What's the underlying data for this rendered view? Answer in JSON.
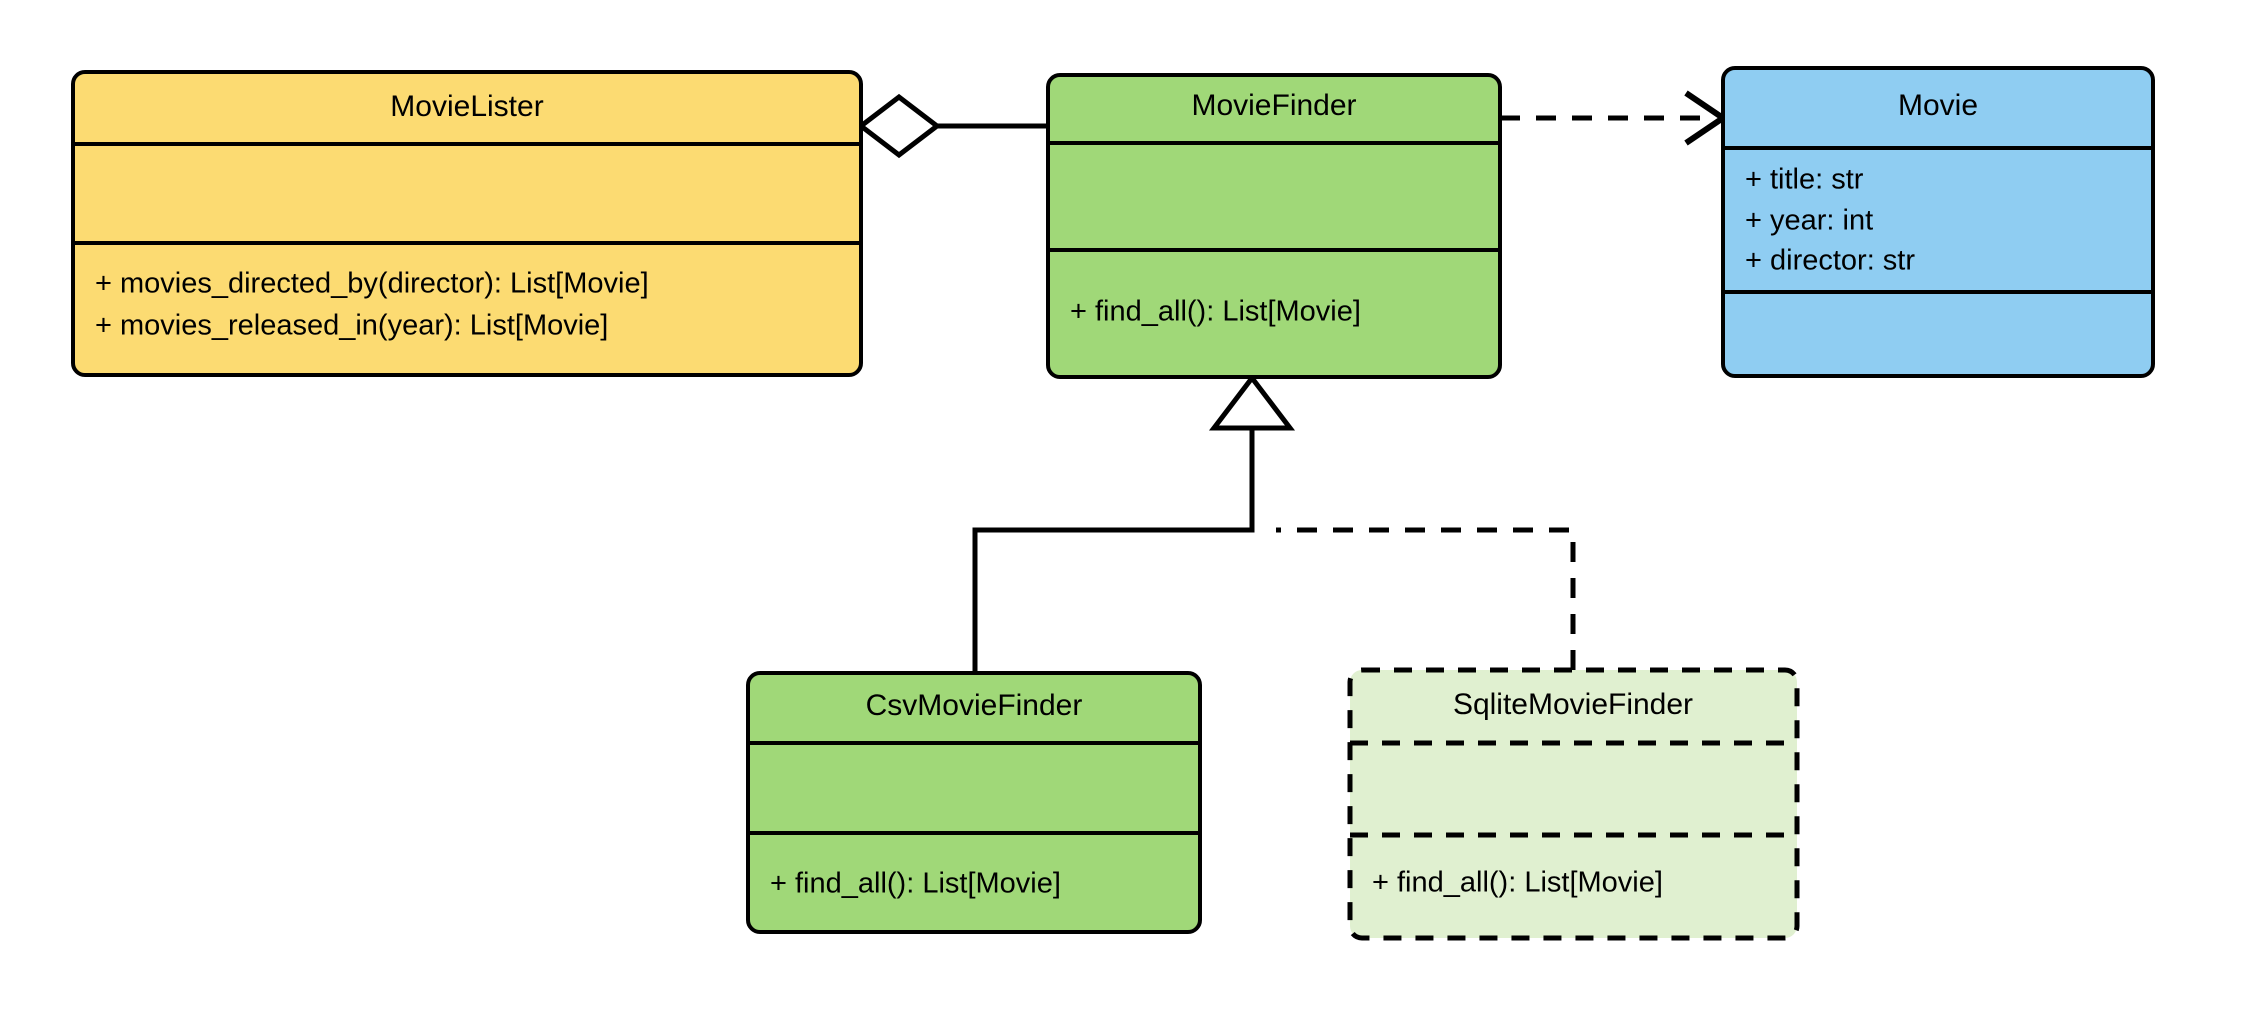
{
  "diagram": {
    "kind": "uml-class-diagram",
    "background_color": "#ffffff",
    "palette": {
      "lister_fill": "#fcdb72",
      "finder_fill": "#a0d878",
      "movie_fill": "#8fcdf2",
      "planned_fill": "#e0f0d0",
      "stroke": "#000000"
    }
  },
  "classes": {
    "movie_lister": {
      "name": "MovieLister",
      "fill": "#fcdb72",
      "attributes": [],
      "methods": [
        "+ movies_directed_by(director): List[Movie]",
        "+ movies_released_in(year): List[Movie]"
      ]
    },
    "movie_finder": {
      "name": "MovieFinder",
      "fill": "#a0d878",
      "attributes": [],
      "methods": [
        "+ find_all(): List[Movie]"
      ]
    },
    "movie": {
      "name": "Movie",
      "fill": "#8fcdf2",
      "attributes": [
        "+ title: str",
        "+ year: int",
        "+ director: str"
      ],
      "methods": []
    },
    "csv_movie_finder": {
      "name": "CsvMovieFinder",
      "fill": "#a0d878",
      "attributes": [],
      "methods": [
        "+ find_all(): List[Movie]"
      ]
    },
    "sqlite_movie_finder": {
      "name": "SqliteMovieFinder",
      "fill": "#e0f0d0",
      "style": "dashed",
      "attributes": [],
      "methods": [
        "+ find_all(): List[Movie]"
      ]
    }
  },
  "relationships": {
    "aggregation": {
      "label": "",
      "from": "MovieLister",
      "to": "MovieFinder",
      "marker": "hollow-diamond",
      "line": "solid"
    },
    "dependency": {
      "label": "",
      "from": "MovieFinder",
      "to": "Movie",
      "marker": "open-arrow",
      "line": "dashed"
    },
    "inheritance_csv": {
      "label": "",
      "from": "CsvMovieFinder",
      "to": "MovieFinder",
      "marker": "hollow-triangle",
      "line": "solid"
    },
    "inheritance_sqlite": {
      "label": "",
      "from": "SqliteMovieFinder",
      "to": "MovieFinder",
      "marker": "hollow-triangle",
      "line": "dashed"
    }
  }
}
